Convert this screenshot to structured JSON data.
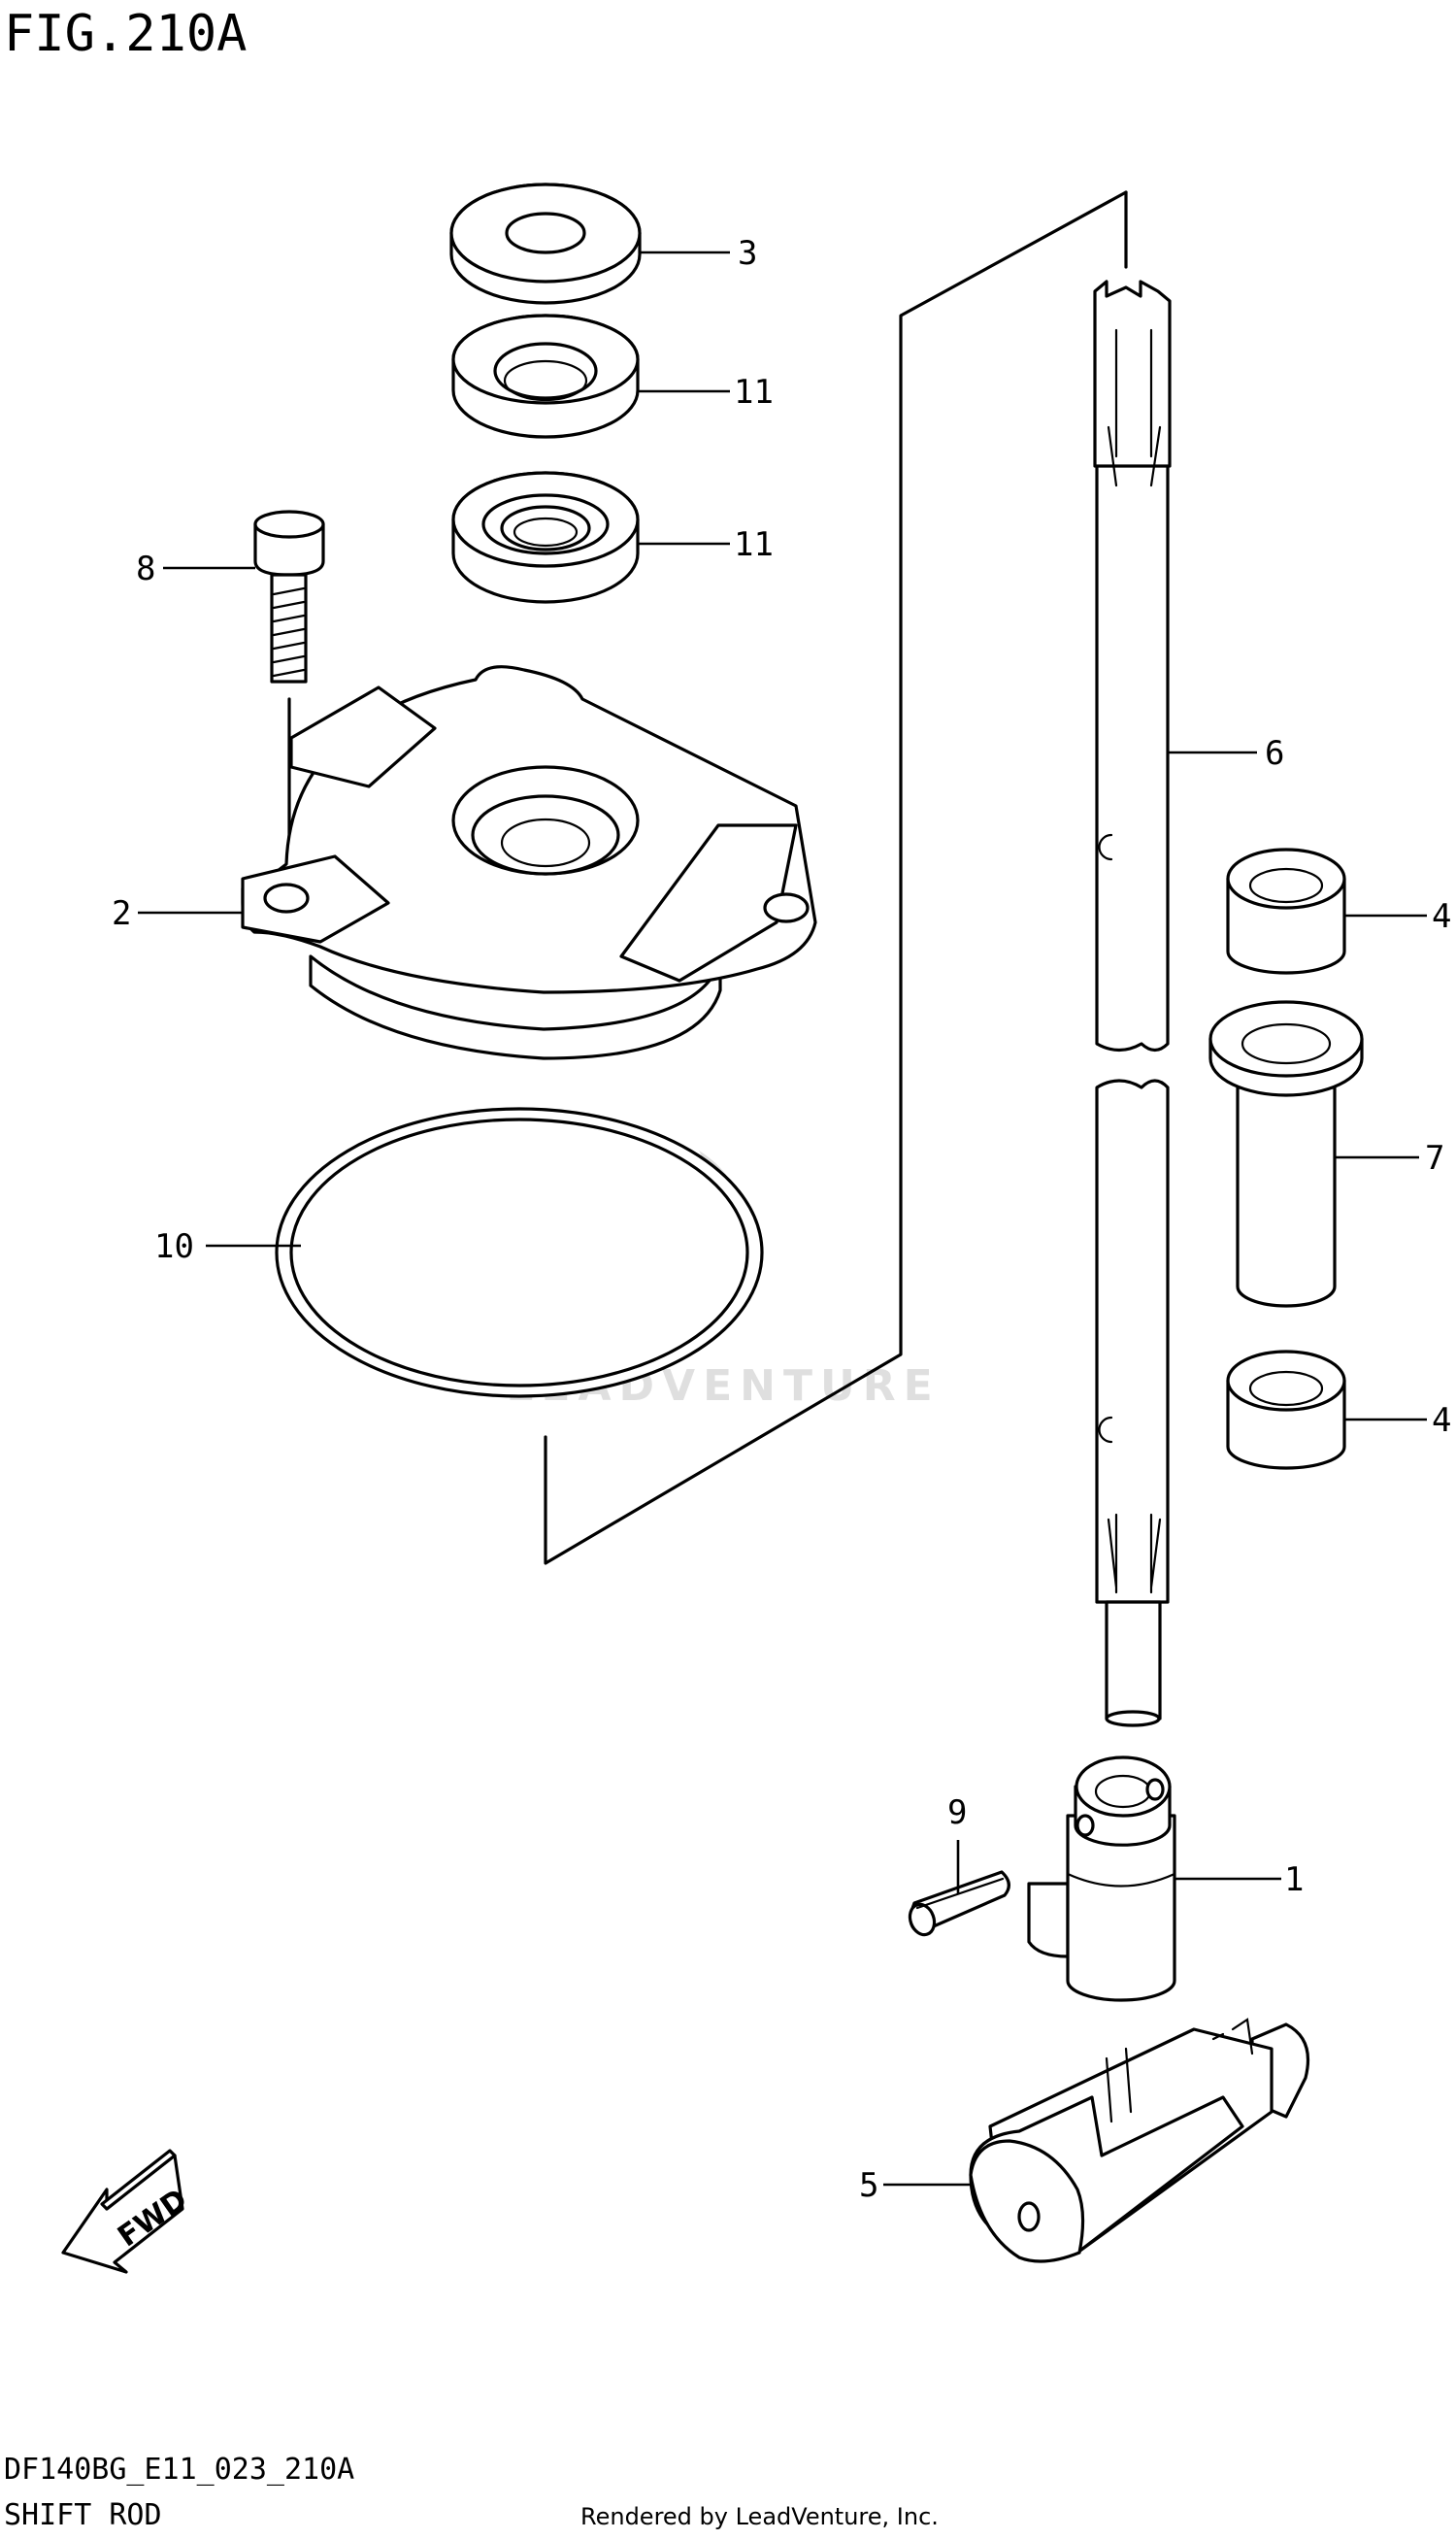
{
  "header": {
    "figure_title": "FIG.210A"
  },
  "footer": {
    "diagram_code": "DF140BG_E11_023_210A",
    "section_name": "SHIFT ROD",
    "credit": "Rendered by LeadVenture, Inc."
  },
  "watermark": {
    "text": "LEADVENTURE"
  },
  "fwd_label": "FWD",
  "callouts": {
    "c1": "1",
    "c2": "2",
    "c3": "3",
    "c4a": "4",
    "c4b": "4",
    "c5": "5",
    "c6": "6",
    "c7": "7",
    "c8": "8",
    "c9": "9",
    "c10": "10",
    "c11a": "11",
    "c11b": "11"
  }
}
